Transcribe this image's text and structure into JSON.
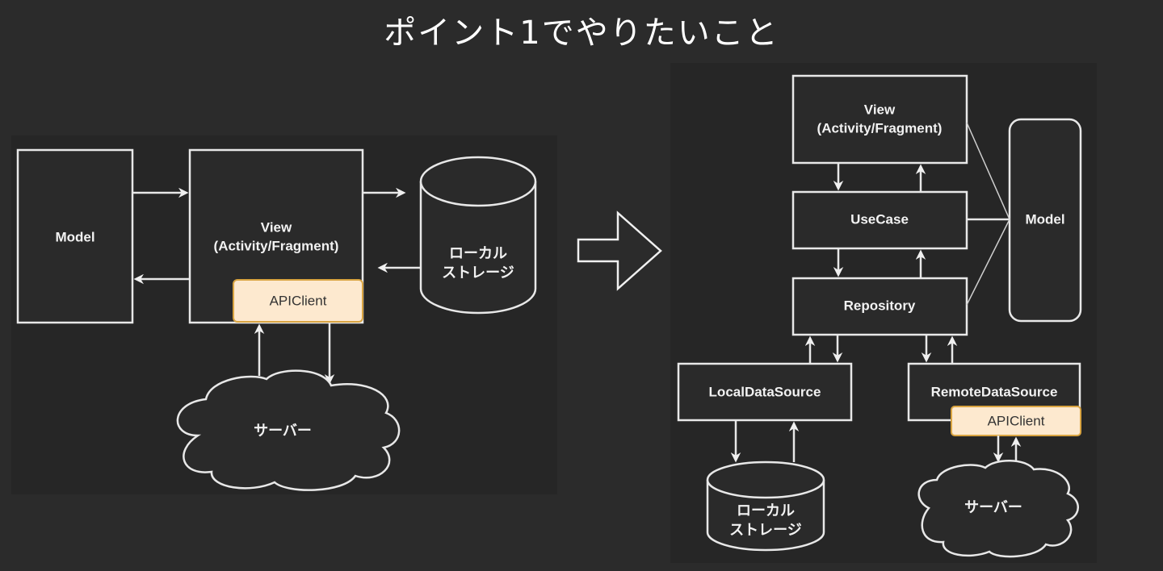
{
  "title": "ポイント1でやりたいこと",
  "colors": {
    "background": "#2b2b2b",
    "stroke": "#e8e8e8",
    "apiclient_fill": "#fde9cf",
    "apiclient_border": "#d9a441"
  },
  "before": {
    "model": "Model",
    "view_line1": "View",
    "view_line2": "(Activity/Fragment)",
    "apiclient": "APIClient",
    "storage_line1": "ローカル",
    "storage_line2": "ストレージ",
    "server": "サーバー"
  },
  "transition_icon": "right-arrow-outline",
  "after": {
    "view_line1": "View",
    "view_line2": "(Activity/Fragment)",
    "usecase": "UseCase",
    "repository": "Repository",
    "model": "Model",
    "local_data_source": "LocalDataSource",
    "remote_data_source": "RemoteDataSource",
    "apiclient": "APIClient",
    "storage_line1": "ローカル",
    "storage_line2": "ストレージ",
    "server": "サーバー"
  }
}
